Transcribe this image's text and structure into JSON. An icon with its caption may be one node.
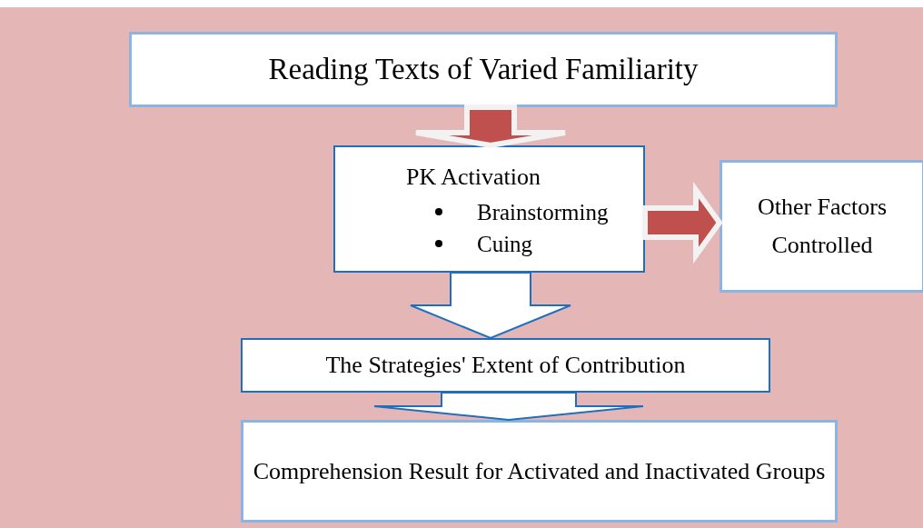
{
  "diagram": {
    "nodes": [
      {
        "text": [
          "Reading Texts of Varied Familiarity"
        ]
      },
      {
        "text": [
          "PK Activation",
          "Brainstorming",
          "Cuing"
        ]
      },
      {
        "text": [
          "Other Factors Controlled"
        ]
      },
      {
        "text": [
          "The Strategies' Extent of Contribution"
        ]
      },
      {
        "text": [
          "Comprehension Result for Activated and Inactivated Groups"
        ]
      }
    ],
    "edges": [
      {
        "from": 0,
        "to": 1,
        "arrow": "to",
        "style": "thick",
        "color": "#c0504d"
      },
      {
        "from": 1,
        "to": 2,
        "arrow": "to",
        "style": "thick",
        "color": "#c0504d"
      },
      {
        "from": 1,
        "to": 3,
        "arrow": "to",
        "style": "thick"
      },
      {
        "from": 3,
        "to": 4,
        "arrow": "to",
        "style": "thick"
      }
    ]
  }
}
